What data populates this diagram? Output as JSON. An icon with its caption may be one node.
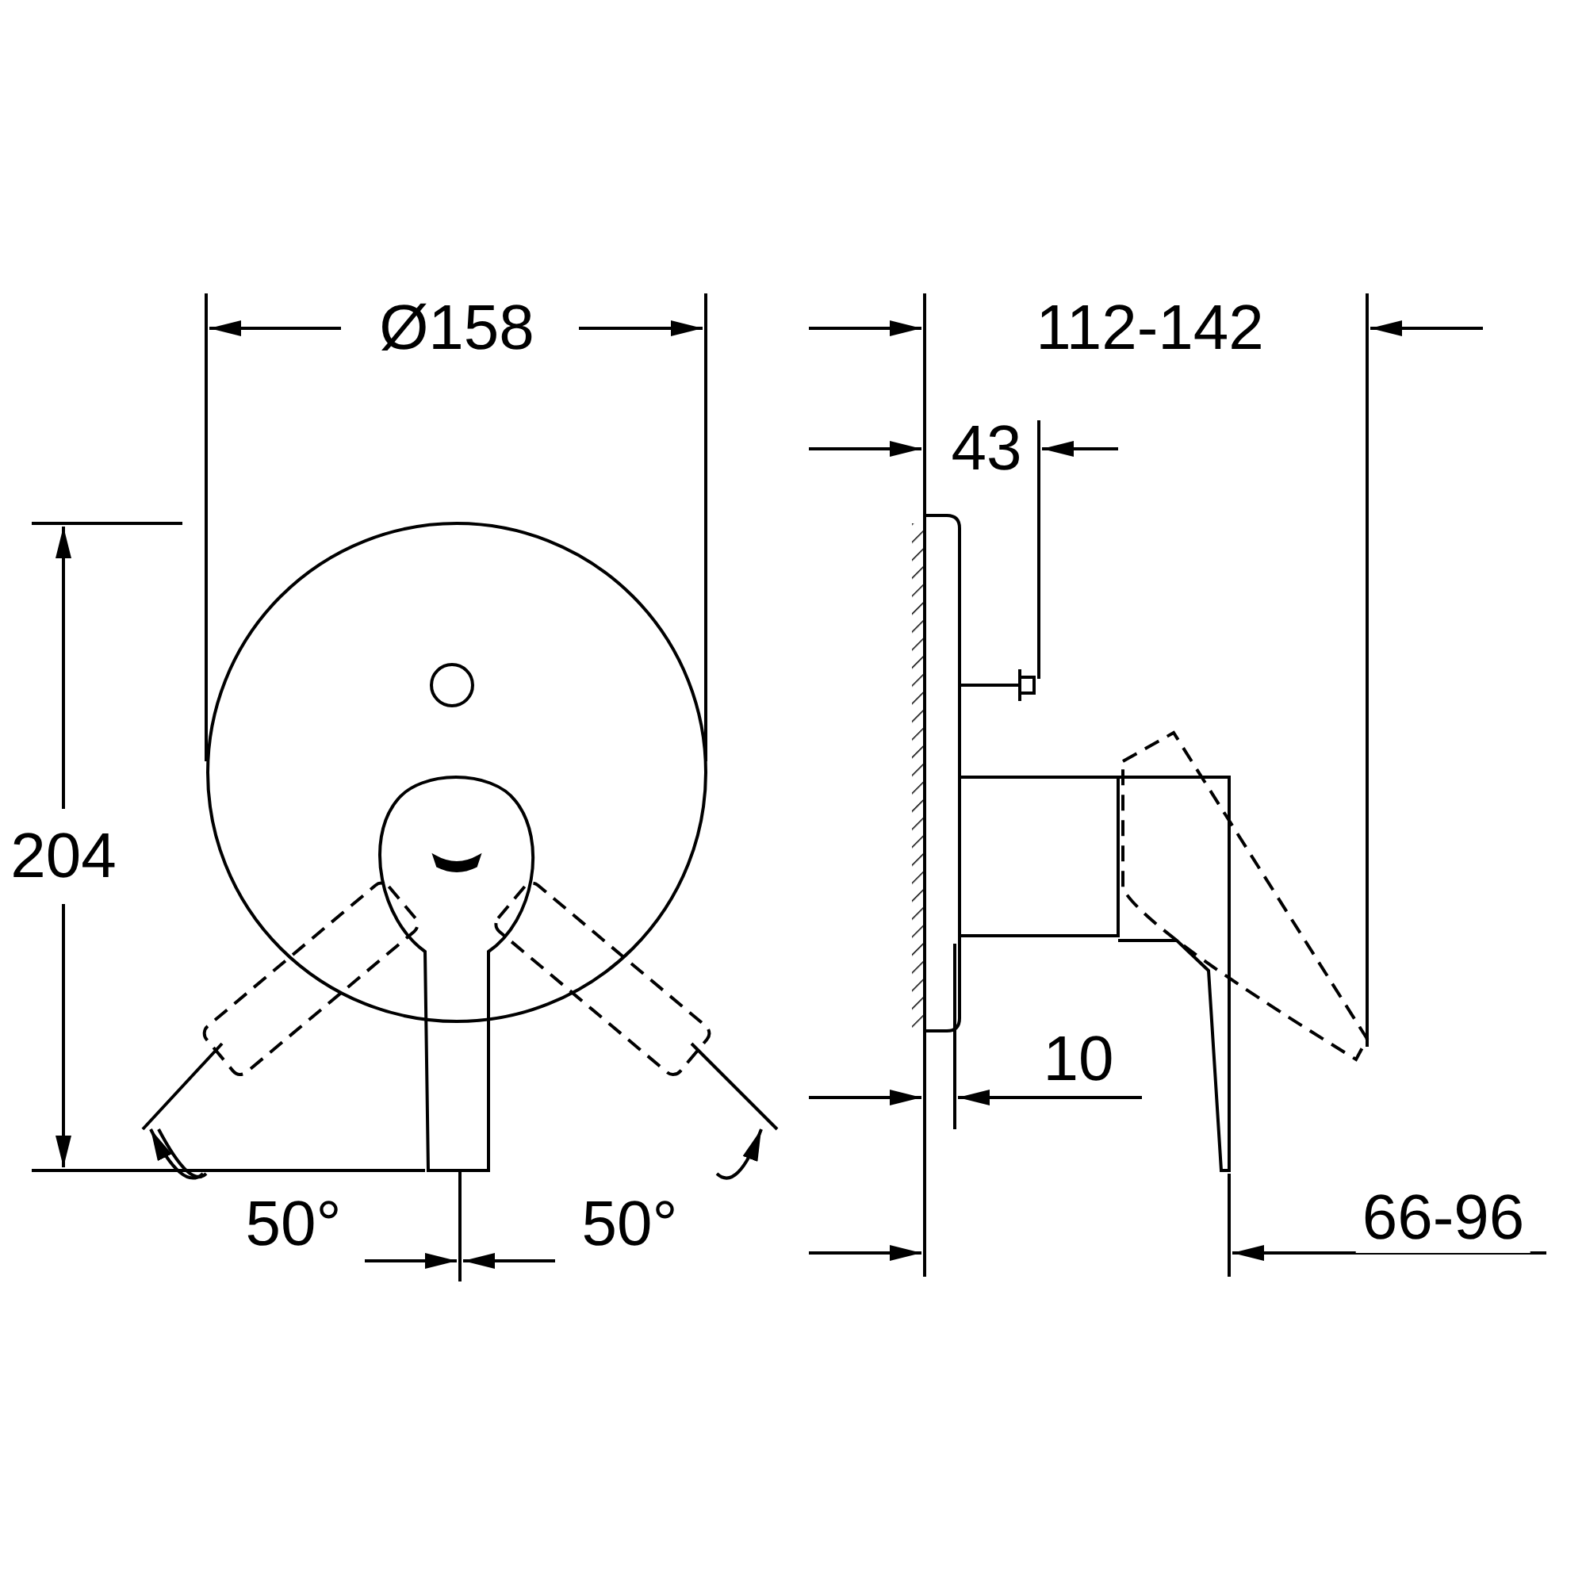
{
  "diagram": {
    "labels": [
      "Ø158",
      "112-142",
      "43",
      "204",
      "10",
      "50°",
      "50°",
      "66-96"
    ]
  }
}
